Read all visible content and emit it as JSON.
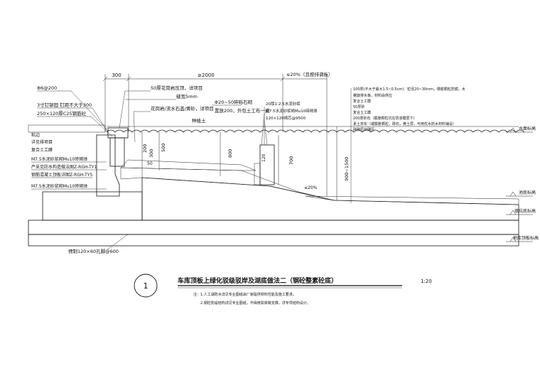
{
  "dimensions": {
    "d1": "300",
    "d2": "≥2000",
    "d3": "≤20%（且按排调板）",
    "d_200": "200",
    "d_300": "300",
    "d_500": "500",
    "d_800": "800",
    "d_120": "120",
    "d_50": "50",
    "d_700": "700",
    "d_900_1500": "900~1500",
    "slope": "≤20%"
  },
  "left_labels": [
    "Φ6@200",
    "3寸钉铆固 钉距不大于300",
    "250×120厚C25钢筋砼",
    "粘边",
    "详见排项目",
    "复合土工膜",
    "M7.5水泥砂浆砌Mu10砖砌体",
    "严采见防水构造做法图Z-RGH-TY1",
    "钢筋混凝土顶板详图Z-RGH-TY5",
    "M7.5水泥砂浆砌Mu10砖砌体"
  ],
  "top_labels": [
    "50厚花岗岩压顶，详项目",
    "缝宽5mm",
    "花岗岩/流水石盖/黄砂，详项目",
    "种植土",
    "Φ20~50碎砾石砌",
    "置放200，外包土工布一道"
  ],
  "mid_labels": [
    "20厚1:2.5水泥砂浆",
    "M7.5水泥砂浆砌Mu10砖砌体",
    "120×120砌芯@9500"
  ],
  "right_labels": [
    "100厚(不大于最大1.5~0.5cm)：粒径20~30mm，橡胶颗粒防腐，水",
    "螺旋排水板，材料由供应",
    "复合土工膜",
    "50厚砂",
    "复合土工膜",
    "200厚砂石（膨胀颗粒坑在防渗膜层下）",
    "素土夯实（或膨胀颗粒，砾石，黄土层，可用优水防水材料铺设）",
    "碎砖原状碾压"
  ],
  "levels": [
    "水面标高",
    "池底标高",
    "填坑底标高",
    "地库顶板标高"
  ],
  "bottom_note": "预制120×60孔脚@600",
  "circle_no": "1",
  "title": "车库顶板上绿化驳级驳岸及湖底做法二（钢砼整素砼底）",
  "scale": "1:20",
  "notes": [
    "注：1.人工湖防水详见专业图纸由厂家提供材料性能及施工要求。",
    "2.钢砼防堤结构详见专业图纸，不得用驳岸做支撑，详专项结构设计。"
  ]
}
